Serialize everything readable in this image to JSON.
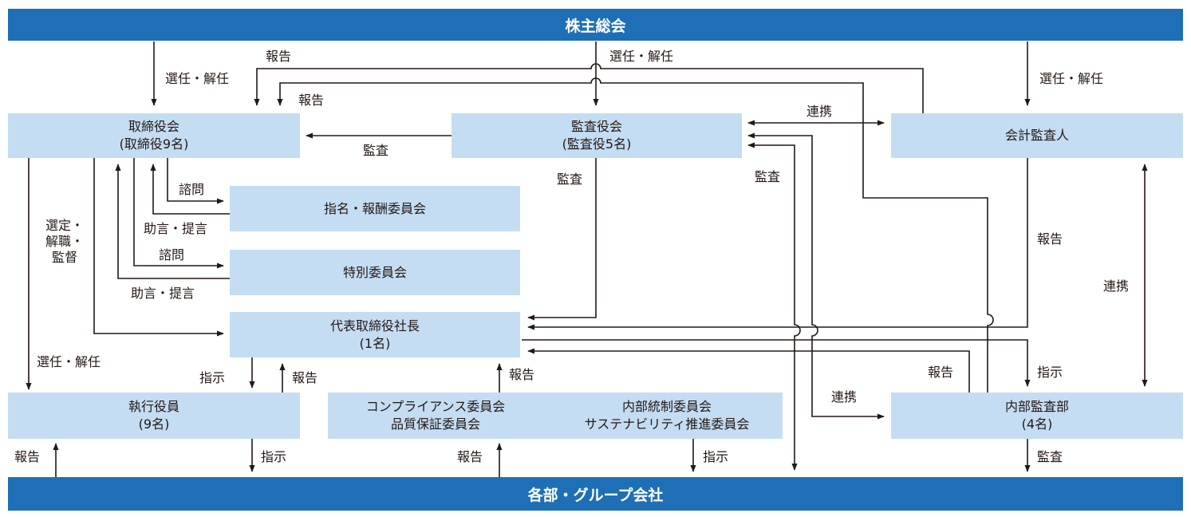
{
  "bars": {
    "top": "株主総会",
    "bottom": "各部・グループ会社"
  },
  "boxes": {
    "board": {
      "line1": "取締役会",
      "line2": "(取締役9名)"
    },
    "auditors": {
      "line1": "監査役会",
      "line2": "(監査役5名)"
    },
    "accounting_auditor": {
      "line1": "会計監査人"
    },
    "nomination": {
      "line1": "指名・報酬委員会"
    },
    "special": {
      "line1": "特別委員会"
    },
    "president": {
      "line1": "代表取締役社長",
      "line2": "(1名)"
    },
    "officers": {
      "line1": "執行役員",
      "line2": "(9名)"
    },
    "committees": {
      "left1": "コンプライアンス委員会",
      "left2": "品質保証委員会",
      "right1": "内部統制委員会",
      "right2": "サステナビリティ推進委員会"
    },
    "internal_audit": {
      "line1": "内部監査部",
      "line2": "(4名)"
    }
  },
  "labels": {
    "elect_board": "選任・解任",
    "elect_auditors": "選任・解任",
    "elect_accounting": "選任・解任",
    "report_auditors_top": "報告",
    "report_accounting_top": "報告",
    "coop_auditors_accounting": "連携",
    "audit_board": "監査",
    "audit_president": "監査",
    "audit_group": "監査",
    "consult_nomination": "諮問",
    "advice_nomination": "助言・提言",
    "consult_special": "諮問",
    "advice_special": "助言・提言",
    "select_dismiss": "選定・\n解職・\n監督",
    "report_accounting_president": "報告",
    "coop_accounting_internal": "連携",
    "elect_officers": "選任・解任",
    "instruct_officers": "指示",
    "report_officers": "報告",
    "report_committees": "報告",
    "report_internal": "報告",
    "instruct_internal": "指示",
    "coop_auditors_internal": "連携",
    "report_group_officers": "報告",
    "instruct_group_officers": "指示",
    "report_group_committees": "報告",
    "instruct_group_committees": "指示",
    "audit_internal_group": "監査"
  },
  "colors": {
    "bar": "#1e6fb5",
    "box": "#c4ddf2",
    "line": "#231815"
  }
}
